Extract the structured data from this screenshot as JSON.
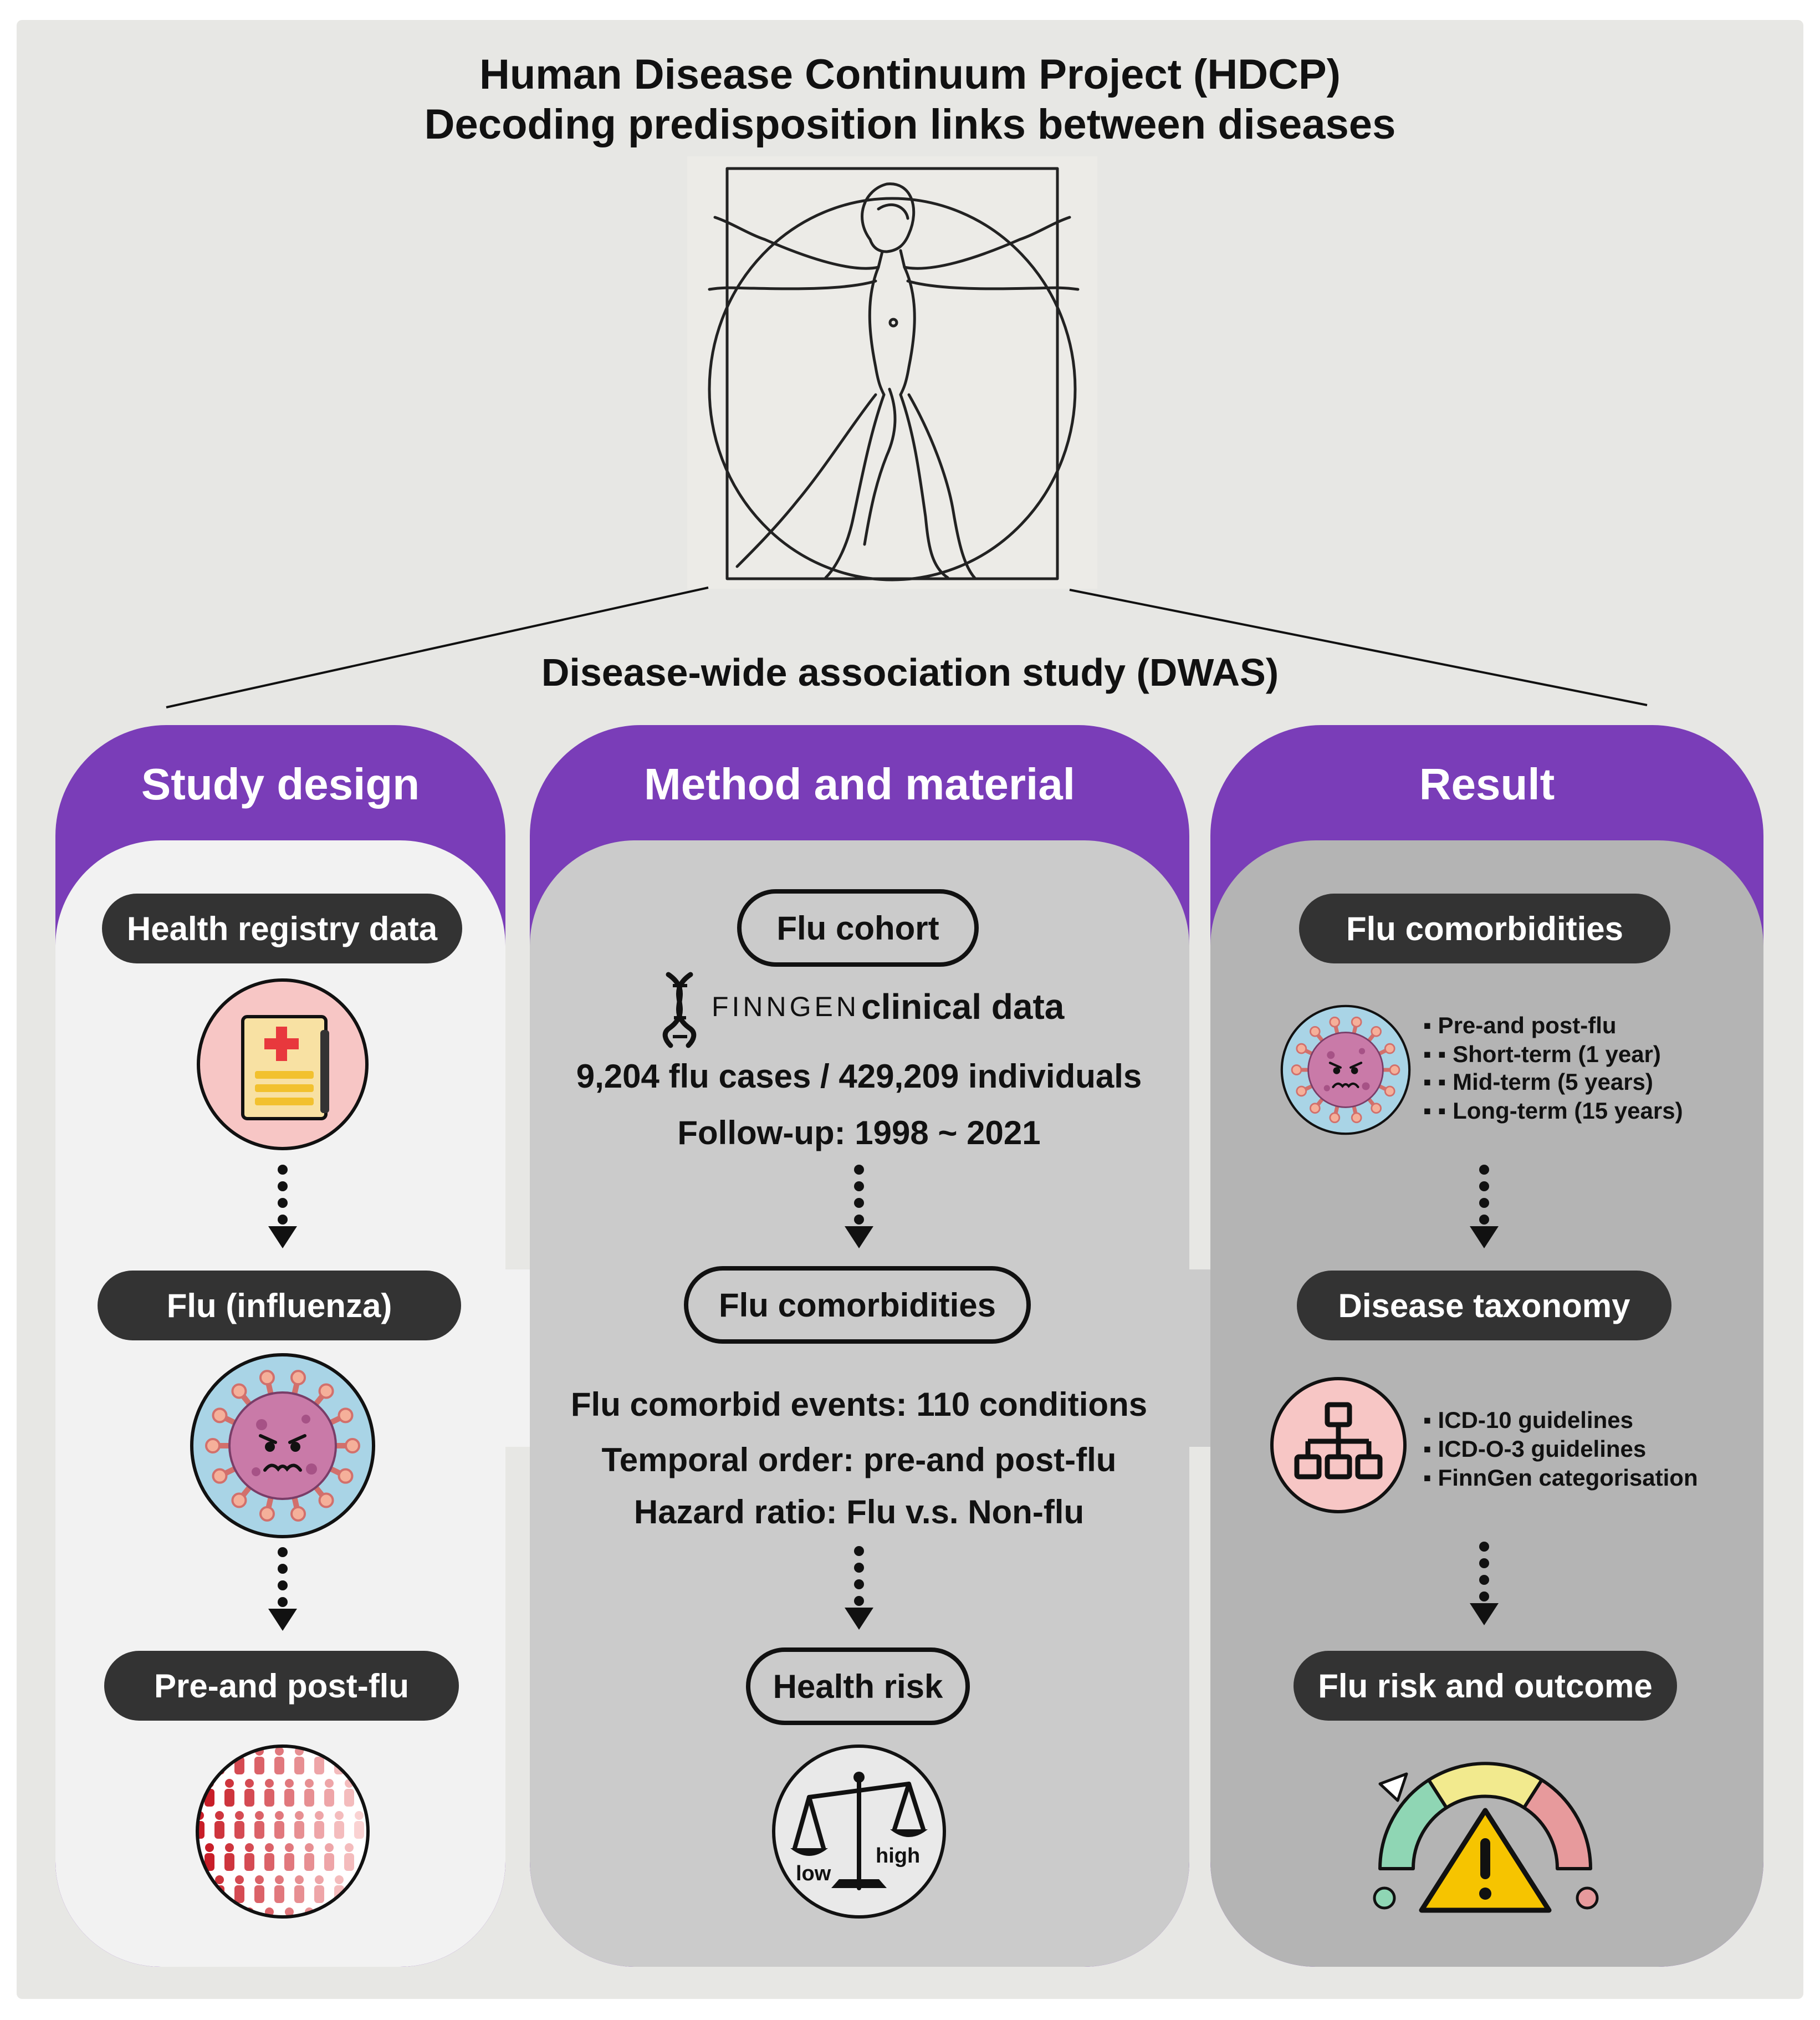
{
  "header": {
    "title": "Human Disease Continuum Project (HDCP)",
    "subtitle": "Decoding predisposition links between diseases",
    "dwas": "Disease-wide association study (DWAS)"
  },
  "study_design": {
    "title": "Study design",
    "steps": [
      "Health registry data",
      "Flu (influenza)",
      "Pre-and post-flu"
    ]
  },
  "method": {
    "title": "Method and material",
    "cohort": "Flu cohort",
    "finngen_logo": "FINNGEN",
    "finngen_suffix": "clinical data",
    "cases": "9,204 flu cases / 429,209 individuals",
    "followup": "Follow-up: 1998 ~ 2021",
    "comorbidities": "Flu comorbidities",
    "events": "Flu comorbid events: 110 conditions",
    "temporal": "Temporal order: pre-and post-flu",
    "hazard": "Hazard ratio: Flu v.s. Non-flu",
    "health_risk": "Health risk",
    "scale_low": "low",
    "scale_high": "high"
  },
  "result": {
    "title": "Result",
    "comorbidities": "Flu comorbidities",
    "comorb_items": [
      "▪ Pre-and post-flu",
      "▪ ▪ Short-term (1 year)",
      "▪ ▪ Mid-term (5 years)",
      "▪ ▪ Long-term (15 years)"
    ],
    "taxonomy": "Disease taxonomy",
    "taxonomy_items": [
      "▪ ICD-10 guidelines",
      "▪ ICD-O-3 guidelines",
      "▪ FinnGen categorisation"
    ],
    "risk": "Flu risk and outcome"
  },
  "colors": {
    "purple": "#7a3db8",
    "panel_light": "#f2f2f2",
    "panel_mid": "#cbcbcb",
    "panel_dark": "#b4b4b4",
    "pill_dark": "#333333",
    "icon_pink": "#f7c6c5",
    "virus_body": "#c97aa8",
    "virus_halo": "#a9d4e6",
    "gauge_green": "#8fd6b4",
    "gauge_yellow": "#f2ea8e",
    "gauge_red": "#e79a9c",
    "warning": "#f6c400"
  },
  "icons": [
    "medical-clipboard-icon",
    "virus-icon",
    "people-icon",
    "dna-icon",
    "balance-scale-icon",
    "hierarchy-icon",
    "gauge-icon",
    "warning-icon"
  ]
}
